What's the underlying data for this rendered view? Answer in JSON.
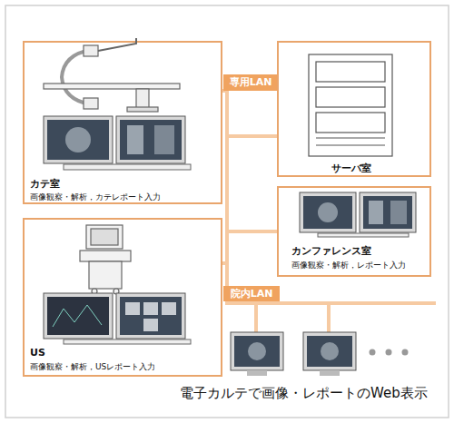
{
  "diagram": {
    "caption": "電子カルテで画像・レポートのWeb表示",
    "nodes": [
      {
        "text": [
          "カテ室",
          "画像観察・解析，カテレポート入力"
        ]
      },
      {
        "text": [
          "US",
          "画像観察・解析，USレポート入力"
        ]
      },
      {
        "text": [
          "専用LAN"
        ]
      },
      {
        "text": [
          "サーバ室"
        ]
      },
      {
        "text": [
          "カンファレンス室",
          "画像観察・解析，レポート入力"
        ]
      },
      {
        "text": [
          "院内LAN"
        ]
      }
    ],
    "edges": [
      {
        "from": 0,
        "to": 2,
        "arrow": "none"
      },
      {
        "from": 2,
        "to": 3,
        "arrow": "none"
      },
      {
        "from": 2,
        "to": 4,
        "arrow": "none"
      },
      {
        "from": 2,
        "to": 1,
        "arrow": "none"
      },
      {
        "from": 2,
        "to": 5,
        "arrow": "none"
      }
    ]
  }
}
